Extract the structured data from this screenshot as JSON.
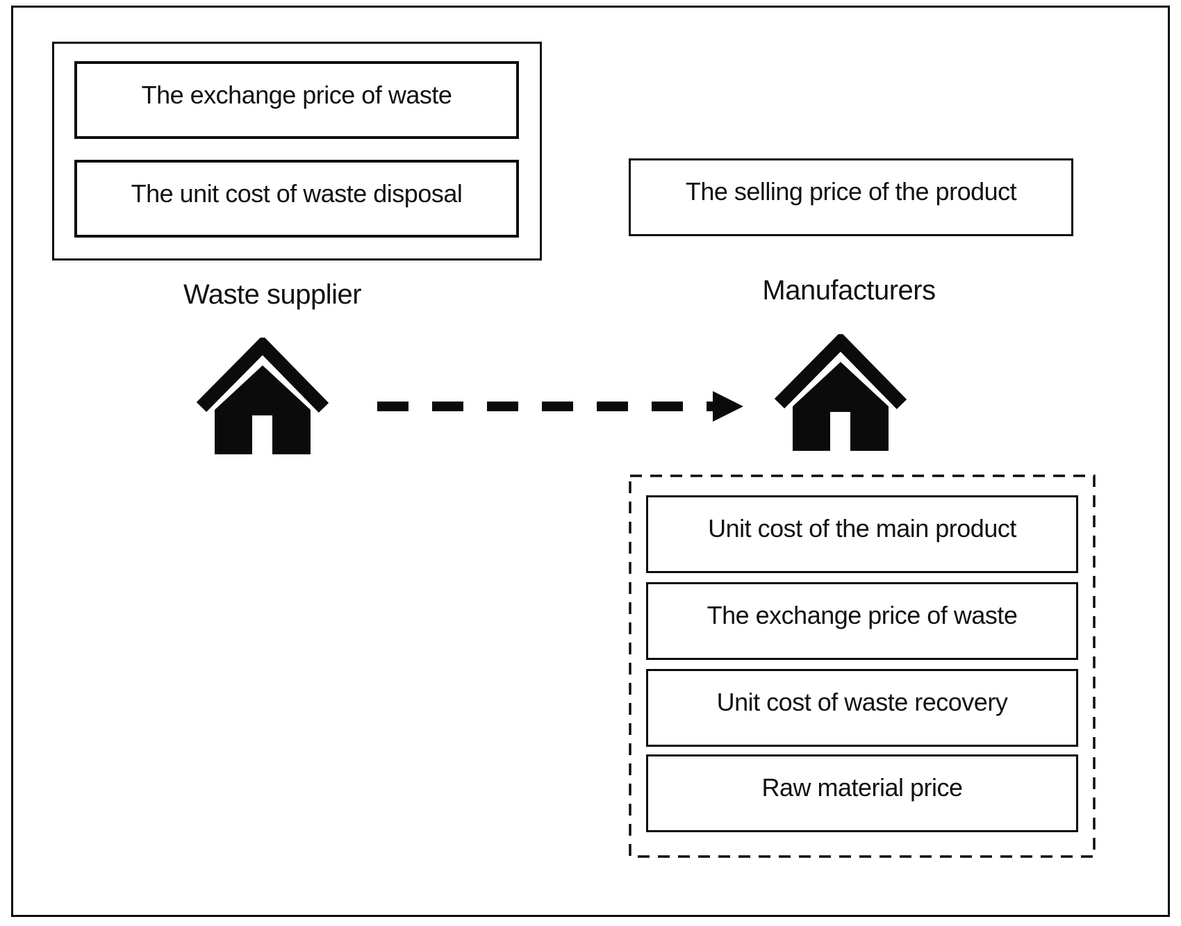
{
  "supplier": {
    "label": "Waste supplier",
    "icon": "house-icon",
    "factor_boxes": [
      "The exchange price of waste",
      "The unit cost of waste disposal"
    ]
  },
  "manufacturer": {
    "label": "Manufacturers",
    "icon": "house-icon",
    "selling_price_box": "The selling price of the product",
    "factor_boxes": [
      "Unit cost of the main product",
      "The exchange price of waste",
      "Unit cost of waste recovery",
      "Raw material price"
    ]
  },
  "flow": {
    "arrow_icon": "dashed-right-arrow-icon",
    "direction": "supplier-to-manufacturer"
  },
  "colors": {
    "ink": "#0b0b0b",
    "background": "#ffffff"
  }
}
